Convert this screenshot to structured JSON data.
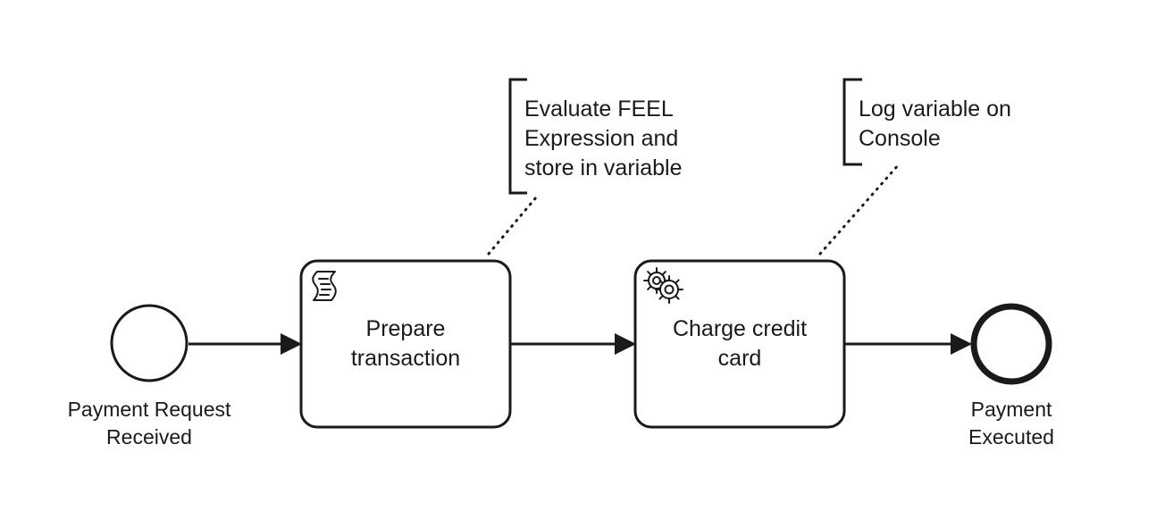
{
  "diagram": {
    "start_event": {
      "label_lines": [
        "Payment Request",
        "Received"
      ]
    },
    "task_prepare": {
      "type": "script-task",
      "icon": "script-icon",
      "label_lines": [
        "Prepare",
        "transaction"
      ]
    },
    "task_charge": {
      "type": "service-task",
      "icon": "gear-icon",
      "label_lines": [
        "Charge credit",
        "card"
      ]
    },
    "end_event": {
      "label_lines": [
        "Payment",
        "Executed"
      ]
    },
    "annotation_prepare": {
      "lines": [
        "Evaluate FEEL",
        "Expression and",
        "store in variable"
      ]
    },
    "annotation_charge": {
      "lines": [
        "Log variable on",
        "Console"
      ]
    },
    "colors": {
      "stroke": "#1a1a1a",
      "fill": "#ffffff"
    }
  }
}
